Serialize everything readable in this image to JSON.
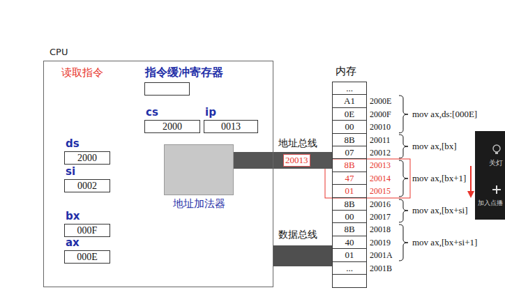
{
  "diagram": {
    "nodes": [
      {
        "text": [
          "CPU"
        ]
      },
      {
        "text": [
          "指令缓冲寄存器"
        ],
        "in": 0
      },
      {
        "text": [
          "cs",
          "2000"
        ],
        "in": 0
      },
      {
        "text": [
          "ip",
          "0013"
        ],
        "in": 0
      },
      {
        "text": [
          "ds",
          "2000"
        ],
        "in": 0
      },
      {
        "text": [
          "si",
          "0002"
        ],
        "in": 0
      },
      {
        "text": [
          "bx",
          "000F"
        ],
        "in": 0
      },
      {
        "text": [
          "ax",
          "000E"
        ],
        "in": 0
      },
      {
        "text": [
          "地址加法器"
        ],
        "in": 0
      },
      {
        "text": [
          "内存"
        ]
      },
      {
        "text": [
          "..."
        ],
        "in": 9
      },
      {
        "text": [
          "A1"
        ],
        "in": 9
      },
      {
        "text": [
          "0E"
        ],
        "in": 9
      },
      {
        "text": [
          "00"
        ],
        "in": 9
      },
      {
        "text": [
          "8B"
        ],
        "in": 9
      },
      {
        "text": [
          "07"
        ],
        "in": 9
      },
      {
        "text": [
          "8B"
        ],
        "in": 9
      },
      {
        "text": [
          "47"
        ],
        "in": 9
      },
      {
        "text": [
          "01"
        ],
        "in": 9
      },
      {
        "text": [
          "8B"
        ],
        "in": 9
      },
      {
        "text": [
          "00"
        ],
        "in": 9
      },
      {
        "text": [
          "8B"
        ],
        "in": 9
      },
      {
        "text": [
          "40"
        ],
        "in": 9
      },
      {
        "text": [
          "01"
        ],
        "in": 9
      },
      {
        "text": [
          "..."
        ],
        "in": 9
      }
    ],
    "edges": [
      {
        "from": 8,
        "to": 9,
        "arrow": "none",
        "label": "20013"
      },
      {
        "from": 0,
        "to": 9,
        "arrow": "none"
      }
    ],
    "labels": [
      "读取指令",
      "地址总线",
      "数据总线",
      "2000E",
      "2000F",
      "20010",
      "20011",
      "20012",
      "20013",
      "20014",
      "20015",
      "20016",
      "20017",
      "20018",
      "20019",
      "2001A",
      "2001B",
      "mov ax,ds:[000E]",
      "mov ax,[bx]",
      "mov ax,[bx+1]",
      "mov ax,[bx+si]",
      "mov ax,[bx+si+1]",
      "关灯",
      "加入点播"
    ]
  }
}
